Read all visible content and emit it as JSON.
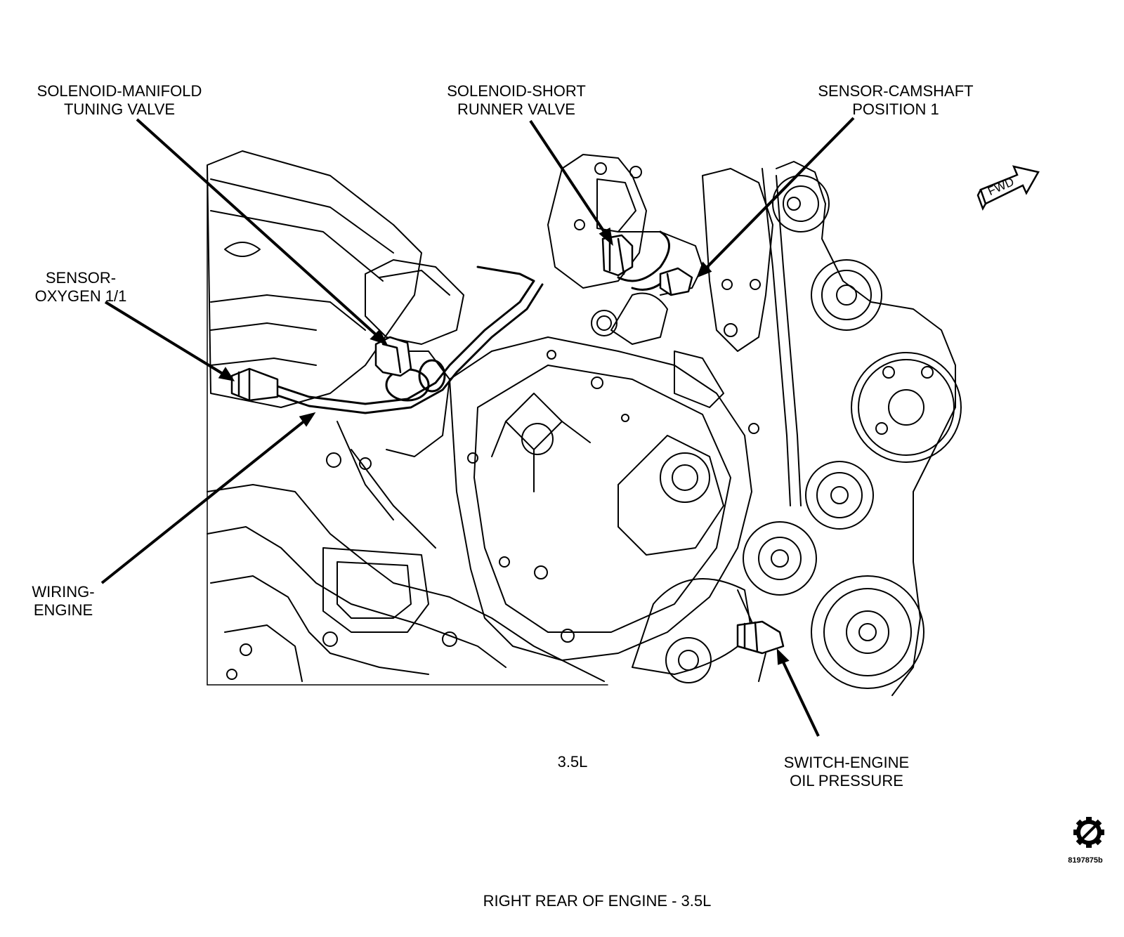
{
  "callouts": {
    "manifold_tuning_valve": {
      "line1": "SOLENOID-MANIFOLD",
      "line2": "TUNING VALVE"
    },
    "short_runner_valve": {
      "line1": "SOLENOID-SHORT",
      "line2": "RUNNER VALVE"
    },
    "camshaft_position": {
      "line1": "SENSOR-CAMSHAFT",
      "line2": "POSITION 1"
    },
    "oxygen_sensor": {
      "line1": "SENSOR-",
      "line2": "OXYGEN 1/1"
    },
    "wiring_engine": {
      "line1": "WIRING-",
      "line2": "ENGINE"
    },
    "oil_pressure_switch": {
      "line1": "SWITCH-ENGINE",
      "line2": "OIL PRESSURE"
    }
  },
  "engine_size_label": "3.5L",
  "direction_badge": "FWD",
  "figure_id": "8197875b",
  "caption": "RIGHT REAR OF ENGINE - 3.5L",
  "icons": [
    "forward-arrow-icon",
    "gear-icon"
  ]
}
